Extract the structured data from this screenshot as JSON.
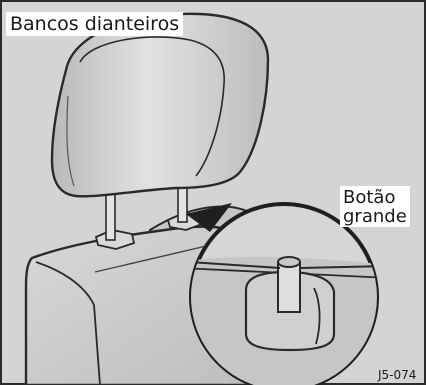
{
  "figure": {
    "title": "Bancos dianteiros",
    "callout_label_line1": "Botão",
    "callout_label_line2": "grande",
    "figure_code": "J5-074",
    "colors": {
      "background": "#d4d4d4",
      "seat_fill": "#c8c8c8",
      "headrest_fill": "#cfcfcf",
      "outline": "#2a2a2a"
    },
    "icons": [
      "headrest-illustration",
      "magnifier-circle"
    ]
  }
}
